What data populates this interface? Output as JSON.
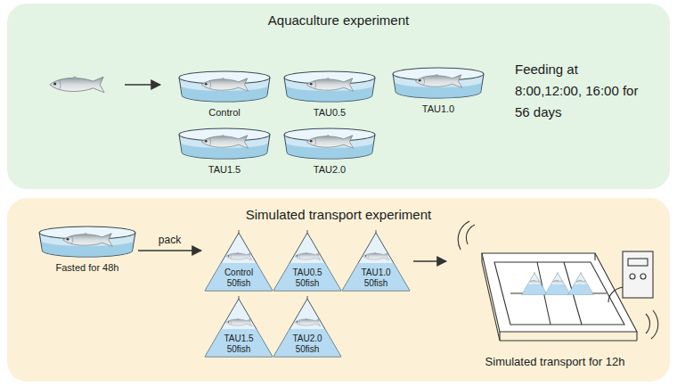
{
  "diagram": {
    "nodes": [
      {
        "text": [
          "Aquaculture experiment"
        ]
      },
      {
        "text": [
          "Control"
        ],
        "in": 0
      },
      {
        "text": [
          "TAU0.5"
        ],
        "in": 0
      },
      {
        "text": [
          "TAU1.0"
        ],
        "in": 0
      },
      {
        "text": [
          "TAU1.5"
        ],
        "in": 0
      },
      {
        "text": [
          "TAU2.0"
        ],
        "in": 0
      },
      {
        "text": [
          "Simulated transport experiment"
        ]
      },
      {
        "text": [
          "Fasted for 48h"
        ],
        "in": 6
      },
      {
        "text": [
          "Control",
          "50fish"
        ],
        "in": 6
      },
      {
        "text": [
          "TAU0.5",
          "50fish"
        ],
        "in": 6
      },
      {
        "text": [
          "TAU1.0",
          "50fish"
        ],
        "in": 6
      },
      {
        "text": [
          "TAU1.5",
          "50fish"
        ],
        "in": 6
      },
      {
        "text": [
          "TAU2.0",
          "50fish"
        ],
        "in": 6
      },
      {
        "text": [
          "Simulated transport for 12h"
        ],
        "in": 6
      }
    ],
    "edges": [
      {
        "from": 7,
        "to": 8,
        "arrow": "to",
        "label": "pack"
      },
      {
        "from": 10,
        "to": 13,
        "arrow": "to"
      }
    ],
    "labels": [
      "Feeding at 8:00,12:00, 16:00 for 56 days"
    ]
  }
}
